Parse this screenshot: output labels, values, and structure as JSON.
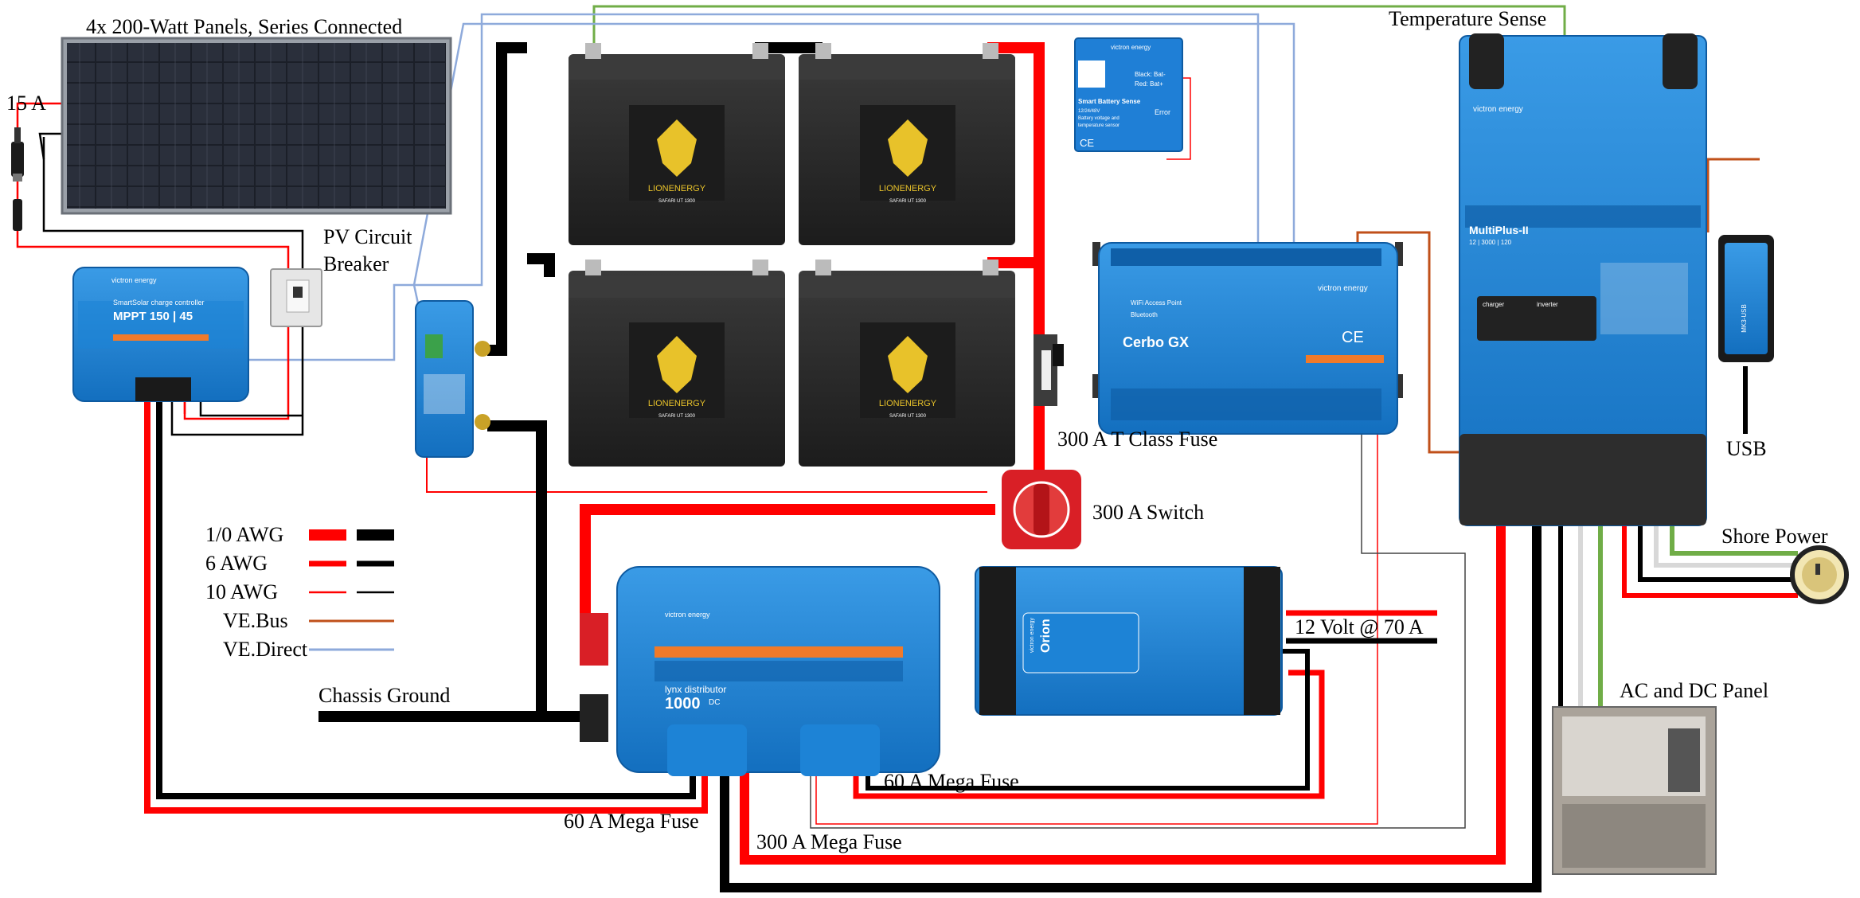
{
  "labels": {
    "solar_panels": "4x 200-Watt Panels, Series Connected",
    "amps_15": "15 A",
    "pv_breaker_line1": "PV Circuit",
    "pv_breaker_line2": "Breaker",
    "temperature_sense": "Temperature Sense",
    "t_class_fuse": "300 A T Class Fuse",
    "switch_300": "300 A Switch",
    "shore_power": "Shore Power",
    "usb": "USB",
    "volt_12": "12 Volt @ 70 A",
    "ac_dc_panel": "AC and DC Panel",
    "chassis_ground": "Chassis Ground",
    "mega_fuse_60_a": "60 A Mega Fuse",
    "mega_fuse_60_b": "60 A Mega Fuse",
    "mega_fuse_300": "300 A Mega Fuse"
  },
  "legend": [
    {
      "label": "1/0 AWG",
      "kind": "pair-thick"
    },
    {
      "label": "6 AWG",
      "kind": "pair-medium"
    },
    {
      "label": "10 AWG",
      "kind": "pair-thin"
    },
    {
      "label": "VE.Bus",
      "kind": "vebus"
    },
    {
      "label": "VE.Direct",
      "kind": "vedirect"
    }
  ],
  "devices": {
    "mppt": {
      "brand": "victron energy",
      "line1": "SmartSolar charge controller",
      "line2": "MPPT 150 | 45"
    },
    "battery_brand": "LIONENERGY",
    "battery_model": "SAFARI UT 1300",
    "battery_sense": {
      "brand": "victron energy",
      "title": "Smart Battery Sense",
      "sub1": "12/24/48V",
      "sub2": "Battery voltage and",
      "sub3": "temperature sensor",
      "black": "Black: Bat-",
      "red": "Red: Bat+",
      "error": "Error",
      "ce": "CE"
    },
    "cerbo": {
      "brand": "victron energy",
      "name": "Cerbo GX",
      "wifi": "WiFi Access Point",
      "bt": "Bluetooth",
      "ce": "CE"
    },
    "multiplus": {
      "brand": "victron energy",
      "name": "MultiPlus-II",
      "model": "12 | 3000 | 120",
      "charger": "charger",
      "inverter": "inverter"
    },
    "lynx": {
      "brand": "victron energy",
      "line1": "lynx distributor",
      "line2": "1000",
      "dc": "DC"
    },
    "orion": {
      "brand": "victron energy",
      "name": "Orion"
    },
    "usb_interface": {
      "name": "MK3-USB"
    }
  },
  "colors": {
    "red": "#ff0000",
    "black": "#000000",
    "vebus": "#c0501a",
    "vedirect": "#8eaadb",
    "temp_sense": "#70ad47",
    "victron_blue": "#1f7fcf",
    "victron_dark": "#0f5fa8",
    "battery_body": "#2b2b2b",
    "lion_gold": "#e8c22a"
  }
}
